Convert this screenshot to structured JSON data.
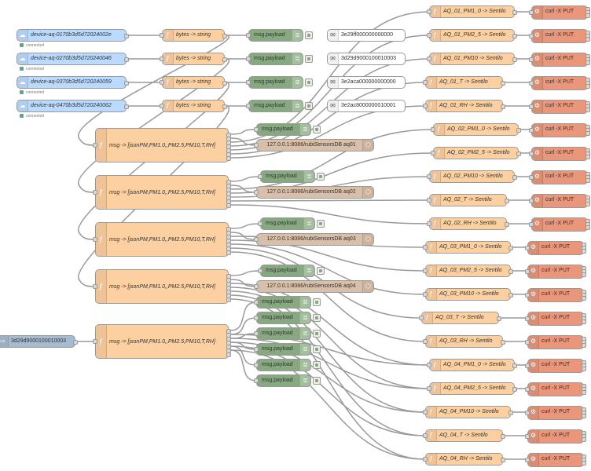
{
  "colors": {
    "mqtt_in": "#bbdaff",
    "function": "#fdd0a2",
    "debug": "#87a980",
    "comment": "#ffffff",
    "influx": "#d8bfaa",
    "exec": "#e9967a",
    "inject": "#a6bbcf",
    "wire": "#999999"
  },
  "icons": {
    "mqtt_in": "cloud-icon",
    "function": "function-icon",
    "debug": "list-icon",
    "comment": "comment-icon",
    "influx": "database-icon",
    "exec": "gear-icon",
    "inject": "arrow-icon"
  },
  "mqtt_nodes": [
    {
      "label": "device-aq-0170b3d5d72024002e",
      "status": "connected"
    },
    {
      "label": "device-aq-0270b3d5d720240046",
      "status": "connected"
    },
    {
      "label": "device-aq-0370b3d5d720240059",
      "status": "connected"
    },
    {
      "label": "device-aq-0470b3d5d720240062",
      "status": "connected"
    }
  ],
  "bytes_nodes": [
    {
      "label": "bytes -> string"
    },
    {
      "label": "bytes -> string"
    },
    {
      "label": "bytes -> string"
    },
    {
      "label": "bytes -> string"
    }
  ],
  "debug_top": [
    {
      "label": "msg.payload"
    },
    {
      "label": "msg.payload"
    },
    {
      "label": "msg.payload"
    },
    {
      "label": "msg.payload"
    }
  ],
  "comments": [
    {
      "label": "3e29ff000000000000"
    },
    {
      "label": "3d29d9000100010003"
    },
    {
      "label": "3e2aca000000000000"
    },
    {
      "label": "3e2ac8000000010001"
    }
  ],
  "inject_node": {
    "label": "3d29d9000100010003"
  },
  "parse_nodes": [
    {
      "label": "msg -> [jsonPM,PM1.0,,PM2.5,PM10,T,RH]"
    },
    {
      "label": "msg -> [jsonPM,PM1.0,,PM2.5,PM10,T,RH]"
    },
    {
      "label": "msg -> [jsonPM,PM1.0,,PM2.5,PM10,T,RH]"
    },
    {
      "label": "msg -> [jsonPM,PM1.0,,PM2.5,PM10,T,RH]"
    },
    {
      "label": "msg -> [jsonPM,PM1.0,,PM2.5,PM10,T,RH]"
    }
  ],
  "debug_mid": [
    {
      "label": "msg.payload"
    },
    {
      "label": "msg.payload"
    },
    {
      "label": "msg.payload"
    },
    {
      "label": "msg.payload"
    },
    {
      "label": "msg.payload"
    },
    {
      "label": "msg.payload"
    },
    {
      "label": "msg.payload"
    },
    {
      "label": "msg.payload"
    },
    {
      "label": "msg.payload"
    },
    {
      "label": "msg.payload"
    }
  ],
  "influx_nodes": [
    {
      "label": "127.0.0.1:8086/rubiSensorsDB aq01"
    },
    {
      "label": "127.0.0.1:8086/rubiSensorsDB aq02"
    },
    {
      "label": "127.0.0.1:8086/rubiSensorsDB aq03"
    },
    {
      "label": "127.0.0.1:8086/rubiSensorsDB aq04"
    }
  ],
  "convert_nodes": [
    {
      "label": "AQ_01_PM1_0 -> Sentilo"
    },
    {
      "label": "AQ_01_PM2_5 -> Sentilo"
    },
    {
      "label": "AQ_01_PM10 -> Sentilo"
    },
    {
      "label": "AQ_01_T -> Sentilo"
    },
    {
      "label": "AQ_01_RH -> Sentilo"
    },
    {
      "label": "AQ_02_PM1_0 -> Sentilo"
    },
    {
      "label": "AQ_02_PM2_5 -> Sentilo"
    },
    {
      "label": "AQ_02_PM10 -> Sentilo"
    },
    {
      "label": "AQ_02_T -> Sentilo"
    },
    {
      "label": "AQ_02_RH -> Sentilo"
    },
    {
      "label": "AQ_03_PM1_0 -> Sentilo"
    },
    {
      "label": "AQ_03_PM2_5 -> Sentilo"
    },
    {
      "label": "AQ_03_PM10 -> Sentilo"
    },
    {
      "label": "AQ_03_T -> Sentilo"
    },
    {
      "label": "AQ_03_RH -> Sentilo"
    },
    {
      "label": "AQ_04_PM1_0 -> Sentilo"
    },
    {
      "label": "AQ_04_PM2_5 -> Sentilo"
    },
    {
      "label": "AQ_04_PM10 -> Sentilo"
    },
    {
      "label": "AQ_04_T -> Sentilo"
    },
    {
      "label": "AQ_04_RH -> Sentilo"
    }
  ],
  "exec_nodes": [
    {
      "label": "curl -X PUT"
    },
    {
      "label": "curl -X PUT"
    },
    {
      "label": "curl -X PUT"
    },
    {
      "label": "curl -X PUT"
    },
    {
      "label": "curl -X PUT"
    },
    {
      "label": "curl -X PUT"
    },
    {
      "label": "curl -X PUT"
    },
    {
      "label": "curl -X PUT"
    },
    {
      "label": "curl -X PUT"
    },
    {
      "label": "curl -X PUT"
    },
    {
      "label": "curl -X PUT"
    },
    {
      "label": "curl -X PUT"
    },
    {
      "label": "curl -X PUT"
    },
    {
      "label": "curl -X PUT"
    },
    {
      "label": "curl -X PUT"
    },
    {
      "label": "curl -X PUT"
    },
    {
      "label": "curl -X PUT"
    },
    {
      "label": "curl -X PUT"
    },
    {
      "label": "curl -X PUT"
    },
    {
      "label": "curl -X PUT"
    }
  ]
}
